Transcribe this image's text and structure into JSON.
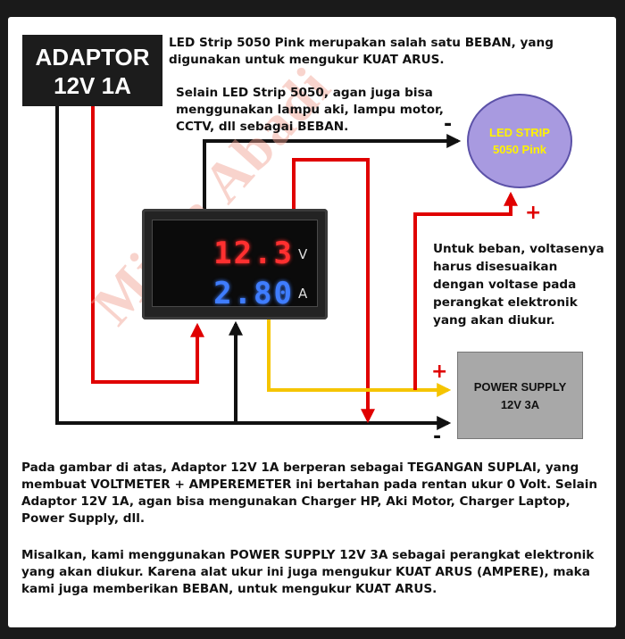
{
  "adaptor": {
    "line1": "ADAPTOR",
    "line2": "12V 1A"
  },
  "notes": {
    "top": "LED Strip 5050 Pink merupakan salah satu BEBAN, yang digunakan untuk mengukur KUAT ARUS.",
    "alternative": "Selain LED Strip 5050, agan juga bisa menggunakan lampu aki, lampu motor, CCTV, dll sebagai BEBAN.",
    "voltage": "Untuk beban, voltasenya harus disesuaikan dengan voltase pada perangkat elektronik yang akan diukur."
  },
  "led": {
    "line1": "LED STRIP",
    "line2": "5050 Pink",
    "minus": "-",
    "plus": "+"
  },
  "meter": {
    "voltage_reading": "12.3",
    "voltage_unit": "V",
    "current_reading": "2.80",
    "current_unit": "A"
  },
  "power_supply": {
    "line1": "POWER SUPPLY",
    "line2": "12V 3A",
    "plus": "+",
    "minus": "-"
  },
  "paragraph1": "Pada gambar di atas, Adaptor 12V 1A berperan sebagai TEGANGAN SUPLAI, yang membuat VOLTMETER + AMPEREMETER ini bertahan pada rentan ukur 0 Volt. Selain Adaptor 12V 1A, agan bisa mengunakan Charger HP, Aki Motor, Charger Laptop, Power Supply, dll.",
  "paragraph2": "Misalkan, kami menggunakan POWER SUPPLY 12V 3A sebagai perangkat elektronik yang akan diukur. Karena alat ukur ini juga mengukur KUAT ARUS (AMPERE), maka kami juga memberikan BEBAN, untuk mengukur KUAT ARUS.",
  "watermark": "Mitra Abadi",
  "colors": {
    "positive_wire": "#e00000",
    "negative_wire": "#111111",
    "signal_wire": "#f5c400",
    "led_fill": "#a89ae0",
    "psu_fill": "#a8a8a8",
    "voltage_digits": "#ff3030",
    "current_digits": "#3f7dff"
  }
}
